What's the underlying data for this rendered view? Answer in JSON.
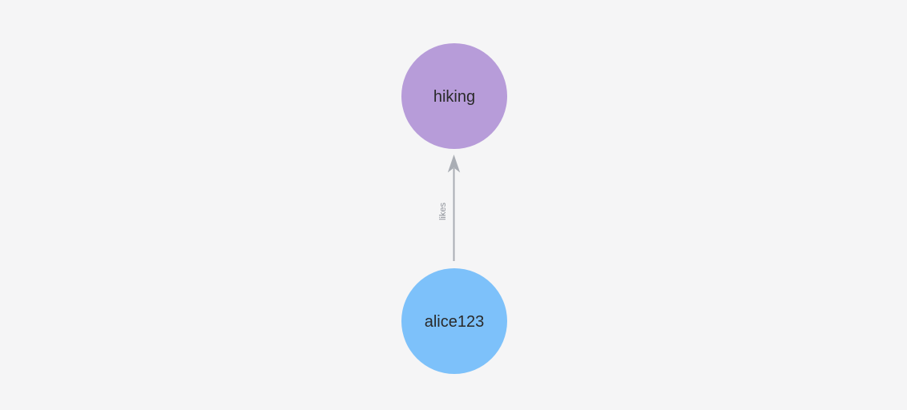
{
  "canvas": {
    "background": "#f5f5f6"
  },
  "graph": {
    "nodes": [
      {
        "id": "hiking",
        "label": "hiking",
        "color": "#b79cd9",
        "label_color": "#2a2a2a"
      },
      {
        "id": "alice123",
        "label": "alice123",
        "color": "#7dc1fa",
        "label_color": "#2a2a2a"
      }
    ],
    "edges": [
      {
        "from": "alice123",
        "to": "hiking",
        "label": "likes",
        "color": "#a9adb4",
        "label_color": "#8d9199",
        "directed": true
      }
    ]
  }
}
